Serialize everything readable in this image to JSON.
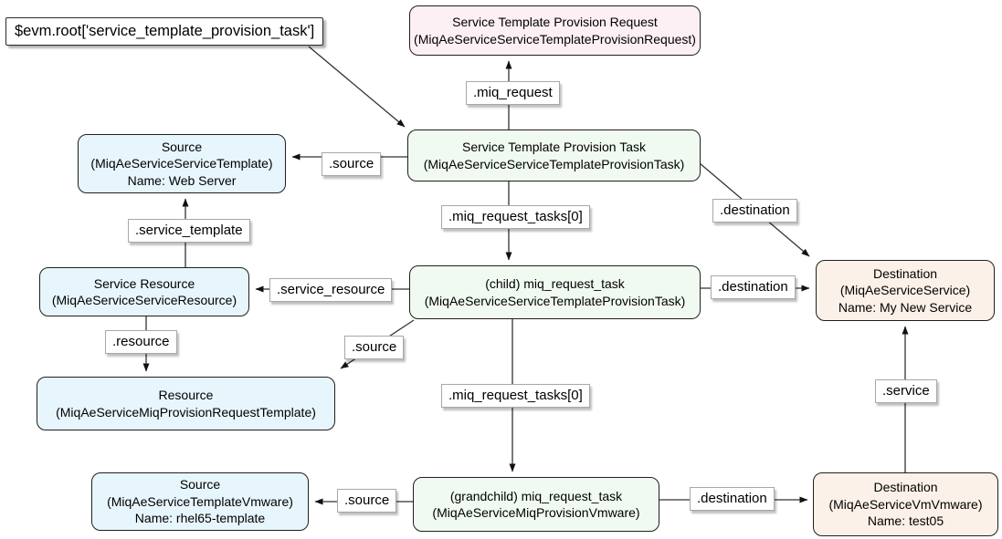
{
  "diagram": {
    "root_variable": "$evm.root['service_template_provision_task']",
    "colors": {
      "request_fill": "#fdf0f5",
      "task_fill": "#f1faf1",
      "source_fill": "#e7f6fc",
      "destination_fill": "#fcf1e8",
      "border": "#1f1f1f",
      "edge_line": "#333333"
    },
    "nodes": {
      "request": {
        "title": "Service Template Provision Request",
        "klass": "(MiqAeServiceServiceTemplateProvisionRequest)"
      },
      "task": {
        "title": "Service Template Provision Task",
        "klass": "(MiqAeServiceServiceTemplateProvisionTask)"
      },
      "source_template": {
        "title": "Source",
        "klass": "(MiqAeServiceServiceTemplate)",
        "name": "Name: Web Server"
      },
      "service_resource": {
        "title": "Service Resource",
        "klass": "(MiqAeServiceServiceResource)"
      },
      "child_task": {
        "title": "(child) miq_request_task",
        "klass": "(MiqAeServiceServiceTemplateProvisionTask)"
      },
      "destination_service": {
        "title": "Destination",
        "klass": "(MiqAeServiceService)",
        "name": "Name: My New Service"
      },
      "resource": {
        "title": "Resource",
        "klass": "(MiqAeServiceMiqProvisionRequestTemplate)"
      },
      "source_vmware": {
        "title": "Source",
        "klass": "(MiqAeServiceTemplateVmware)",
        "name": "Name: rhel65-template"
      },
      "grandchild_task": {
        "title": "(grandchild) miq_request_task",
        "klass": "(MiqAeServiceMiqProvisionVmware)"
      },
      "destination_vm": {
        "title": "Destination",
        "klass": "(MiqAeServiceVmVmware)",
        "name": "Name: test05"
      }
    },
    "edge_labels": {
      "miq_request": ".miq_request",
      "source_1": ".source",
      "miq_request_tasks_1": ".miq_request_tasks[0]",
      "destination_1": ".destination",
      "service_template": ".service_template",
      "service_resource": ".service_resource",
      "destination_2": ".destination",
      "resource": ".resource",
      "source_2": ".source",
      "miq_request_tasks_2": ".miq_request_tasks[0]",
      "source_3": ".source",
      "destination_3": ".destination",
      "service": ".service"
    }
  }
}
